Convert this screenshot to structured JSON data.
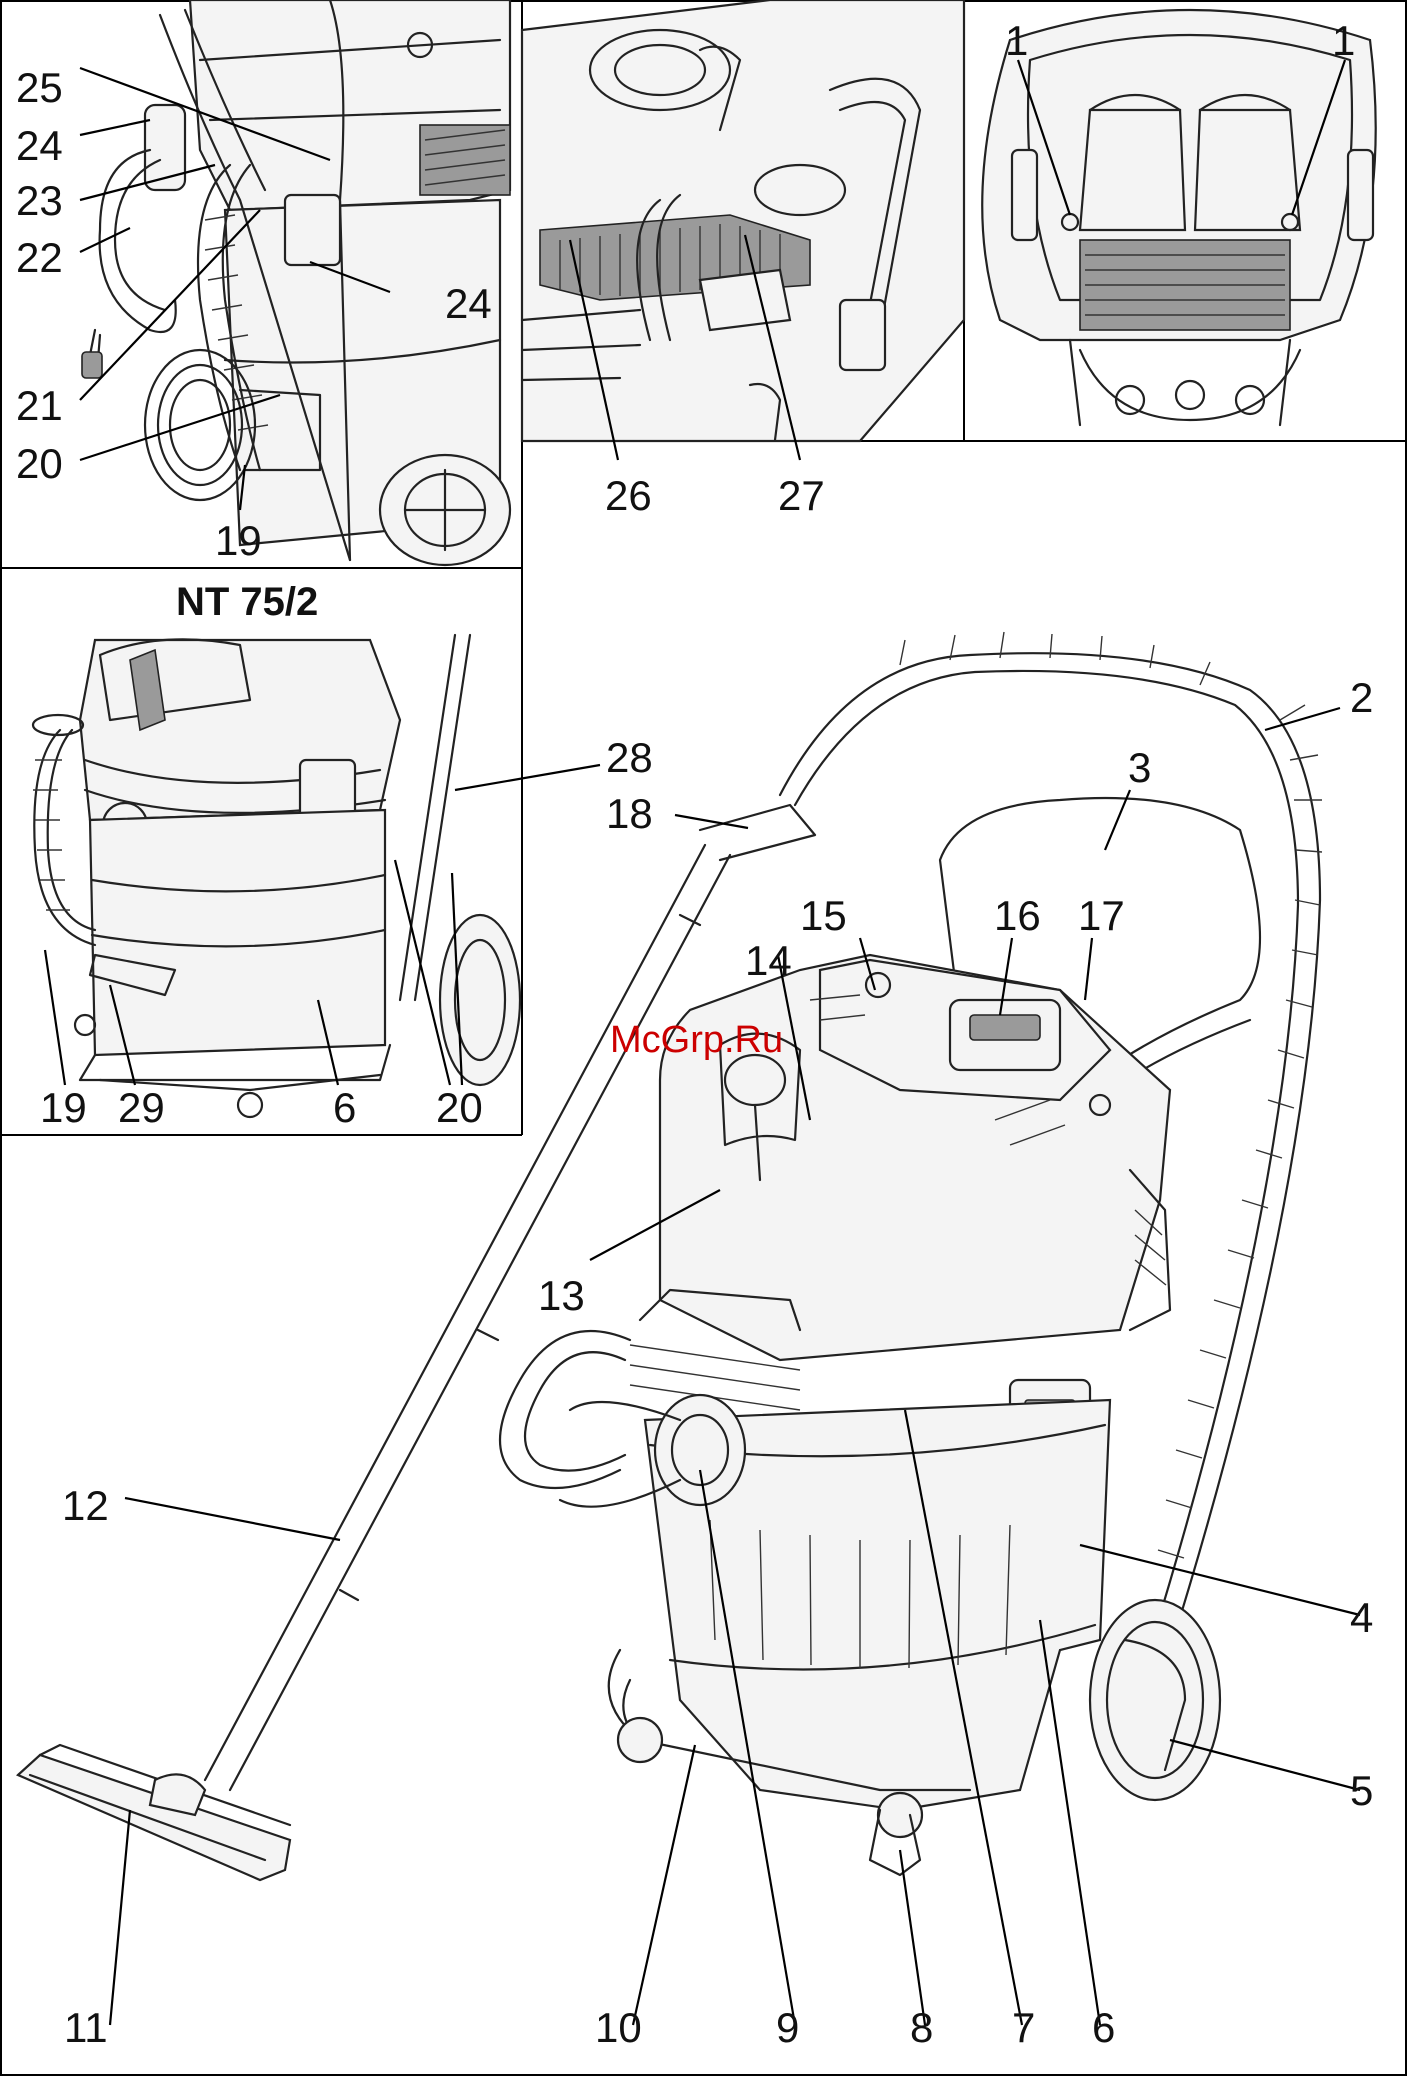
{
  "figure": {
    "inset_title": "NT 75/2",
    "watermark": "McGrp.Ru"
  },
  "callouts": {
    "c1a": "1",
    "c1b": "1",
    "c2": "2",
    "c3": "3",
    "c4": "4",
    "c5": "5",
    "c6": "6",
    "c6b": "6",
    "c7": "7",
    "c8": "8",
    "c9": "9",
    "c10": "10",
    "c11": "11",
    "c12": "12",
    "c13": "13",
    "c14": "14",
    "c15": "15",
    "c16": "16",
    "c17": "17",
    "c18": "18",
    "c19": "19",
    "c19b": "19",
    "c20": "20",
    "c20b": "20",
    "c21": "21",
    "c22": "22",
    "c23": "23",
    "c24": "24",
    "c24b": "24",
    "c25": "25",
    "c26": "26",
    "c27": "27",
    "c28": "28",
    "c29": "29"
  },
  "colors": {
    "line": "#000000",
    "watermark": "#cc0000",
    "background": "#ffffff"
  }
}
